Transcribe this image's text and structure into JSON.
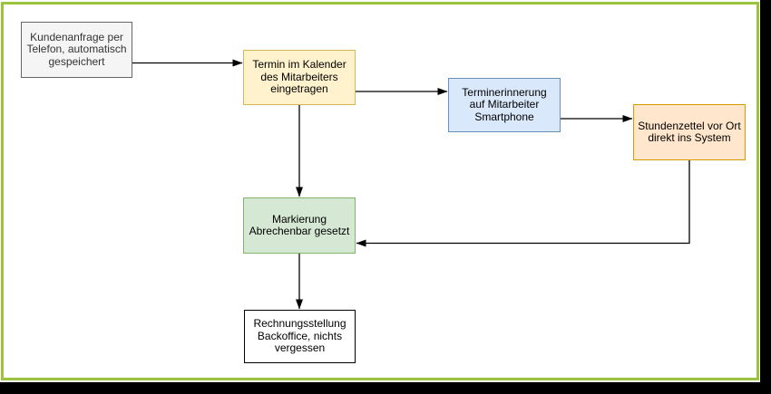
{
  "frame": {
    "page_background": "#FFFFFF",
    "frame_border_color": "#9BC43D",
    "letterbox_color": "#000000"
  },
  "diagram": {
    "type": "flowchart",
    "connector_color": "#000000",
    "nodes": {
      "kundenanfrage": {
        "lines": [
          "Kundenanfrage per",
          "Telefon, automatisch",
          "gespeichert"
        ],
        "fill": "#F5F5F5",
        "border": "#666666",
        "text_color": "#333333"
      },
      "termin": {
        "lines": [
          "Termin im Kalender",
          "des Mitarbeiters",
          "eingetragen"
        ],
        "fill": "#FFF2CC",
        "border": "#D6B656",
        "text_color": "#000000"
      },
      "erinnerung": {
        "lines": [
          "Terminerinnerung",
          "auf Mitarbeiter",
          "Smartphone"
        ],
        "fill": "#DAE8FC",
        "border": "#6C8EBF",
        "text_color": "#000000"
      },
      "stundenzettel": {
        "lines": [
          "Stundenzettel vor Ort",
          "direkt ins System"
        ],
        "fill": "#FFE6CC",
        "border": "#D79B00",
        "text_color": "#000000"
      },
      "markierung": {
        "lines": [
          "Markierung",
          "Abrechenbar gesetzt"
        ],
        "fill": "#D5E8D4",
        "border": "#82B366",
        "text_color": "#000000"
      },
      "rechnung": {
        "lines": [
          "Rechnungsstellung",
          "Backoffice, nichts",
          "vergessen"
        ],
        "fill": "#FFFFFF",
        "border": "#000000",
        "text_color": "#000000"
      }
    },
    "connections": [
      {
        "from": "kundenanfrage",
        "to": "termin"
      },
      {
        "from": "termin",
        "to": "erinnerung"
      },
      {
        "from": "erinnerung",
        "to": "stundenzettel"
      },
      {
        "from": "termin",
        "to": "markierung"
      },
      {
        "from": "stundenzettel",
        "to": "markierung"
      },
      {
        "from": "markierung",
        "to": "rechnung"
      }
    ]
  }
}
